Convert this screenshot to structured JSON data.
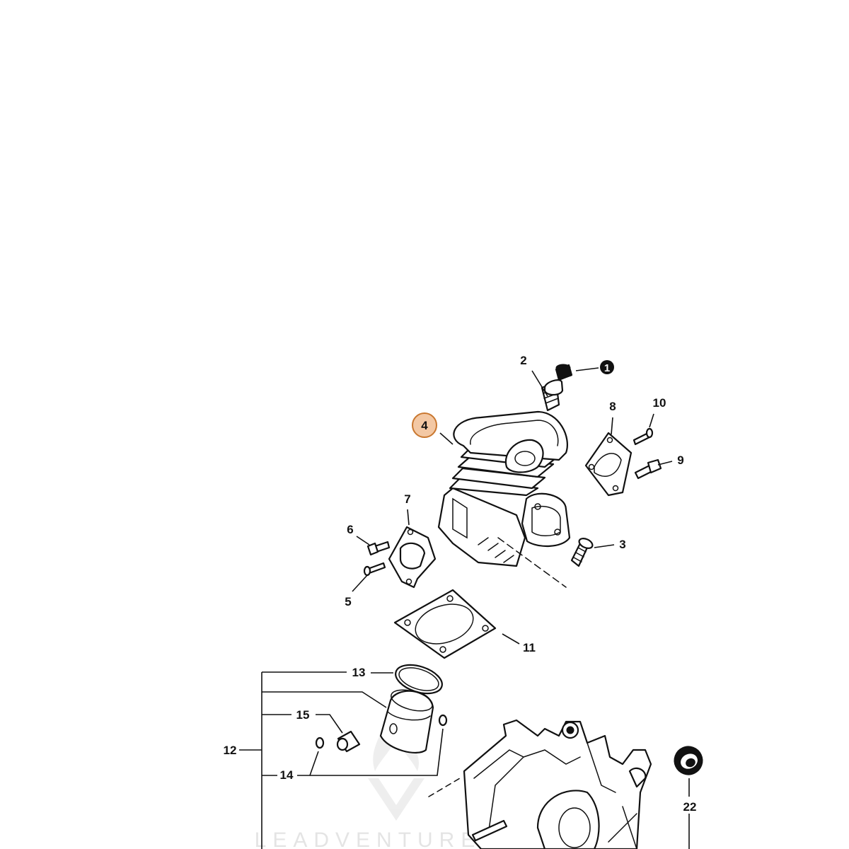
{
  "callouts": {
    "c1": "1",
    "c2": "2",
    "c3": "3",
    "c4": "4",
    "c5": "5",
    "c6": "6",
    "c7": "7",
    "c8": "8",
    "c9": "9",
    "c10": "10",
    "c11": "11",
    "c12": "12",
    "c13": "13",
    "c14": "14",
    "c15": "15",
    "c22": "22"
  },
  "highlight": {
    "part": "4",
    "fill": "#f3c8a4",
    "stroke": "#c9772f"
  },
  "watermark": {
    "text": "LEADVENTURE",
    "color": "#e2e2e2"
  }
}
